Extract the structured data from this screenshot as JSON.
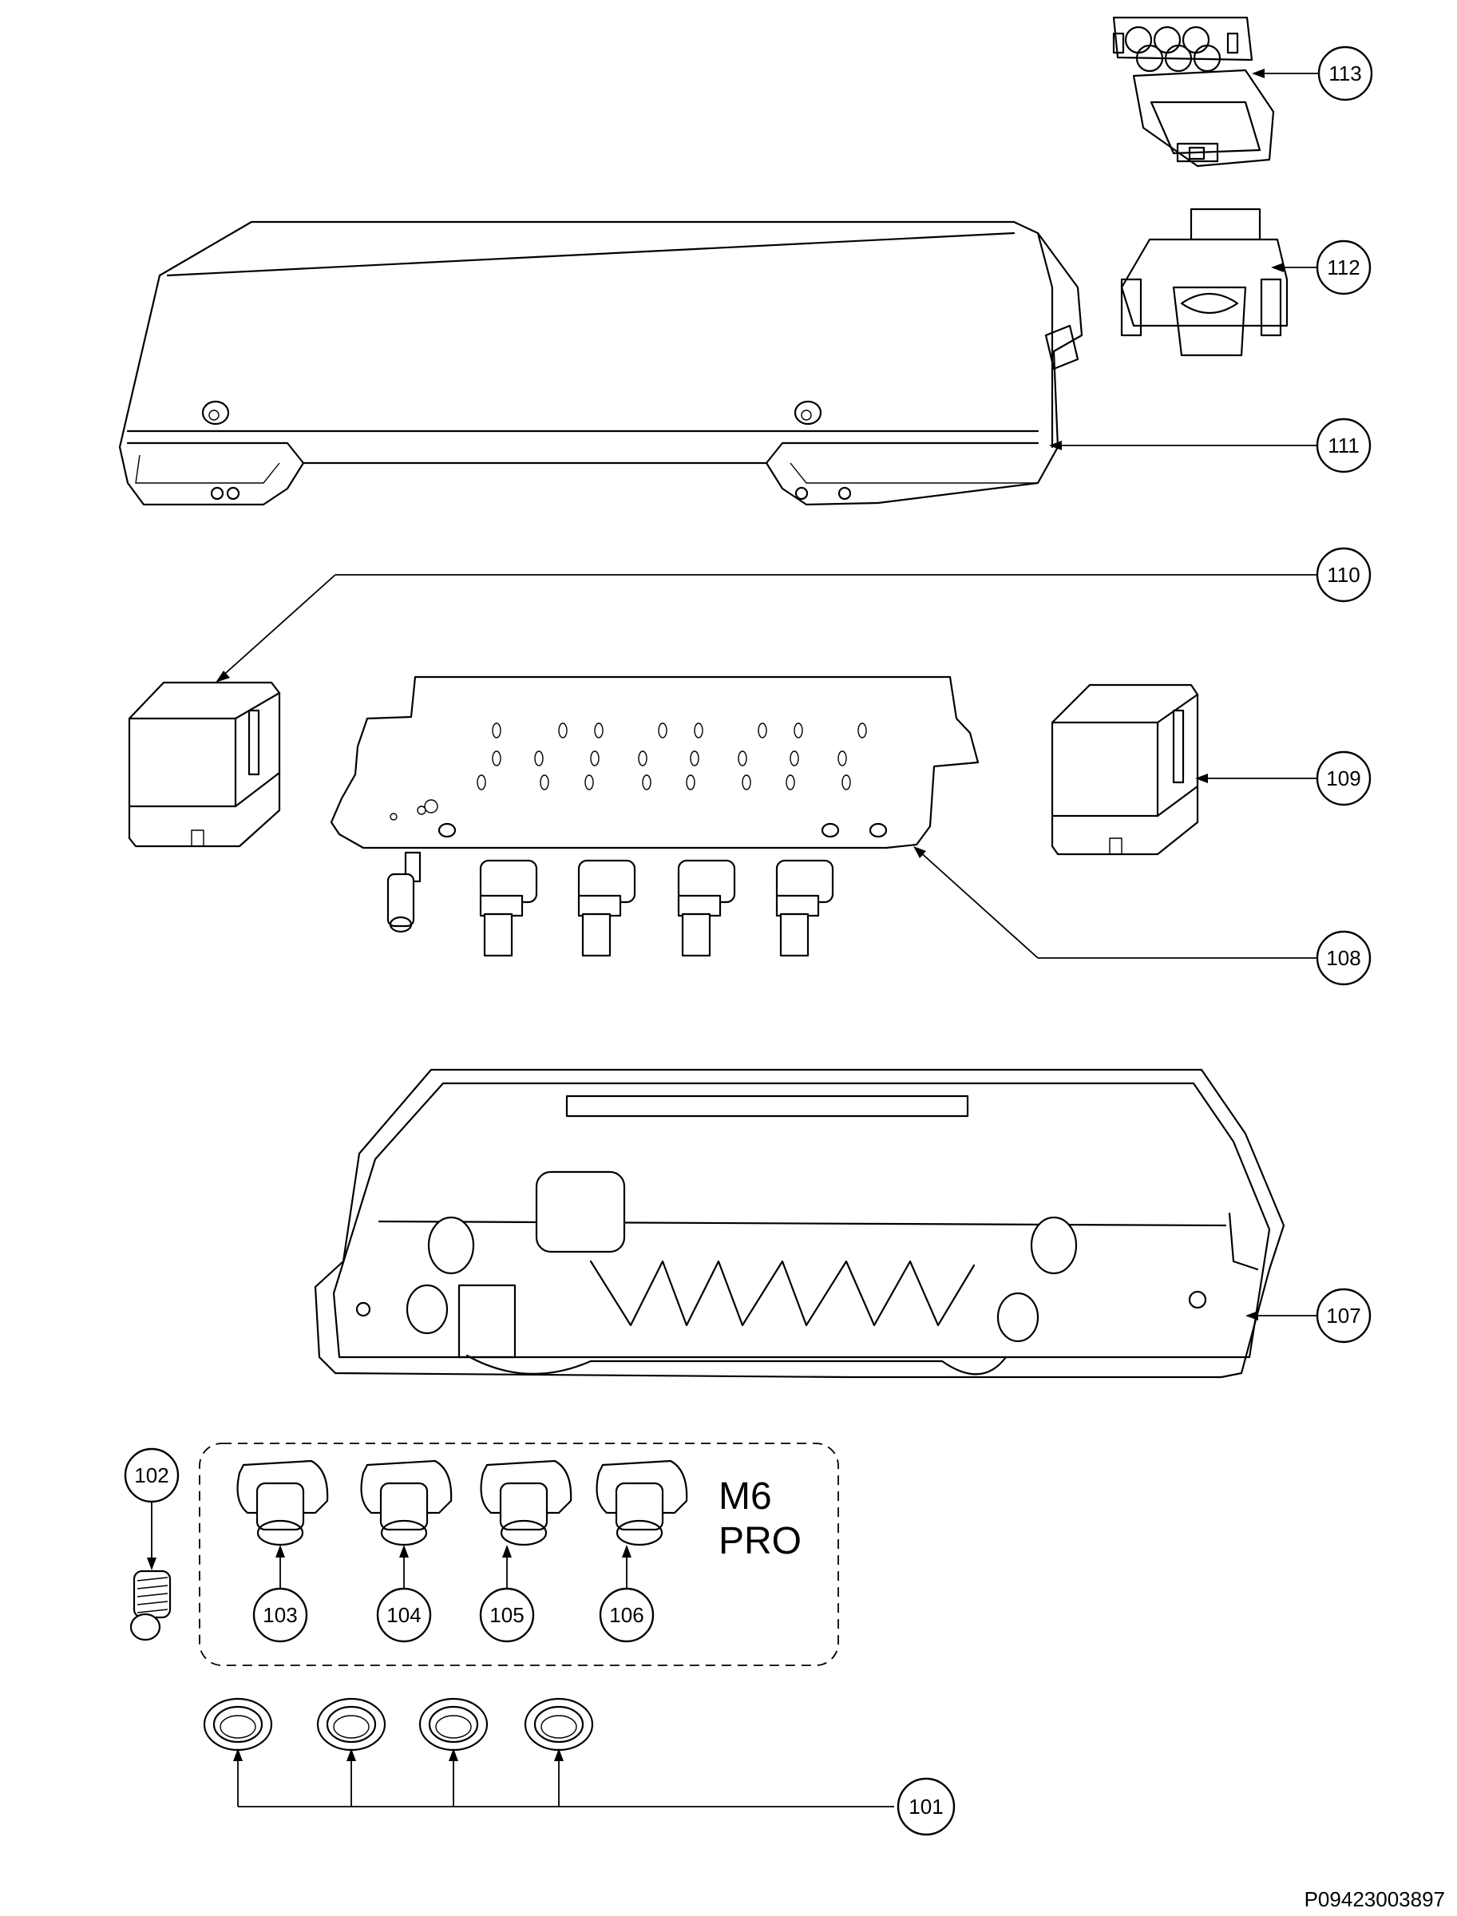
{
  "drawing_code": "P09423003897",
  "variant_label": {
    "line1": "M6",
    "line2": "PRO"
  },
  "callouts": {
    "p101": "101",
    "p102": "102",
    "p103": "103",
    "p104": "104",
    "p105": "105",
    "p106": "106",
    "p107": "107",
    "p108": "108",
    "p109": "109",
    "p110": "110",
    "p111": "111",
    "p112": "112",
    "p113": "113"
  }
}
